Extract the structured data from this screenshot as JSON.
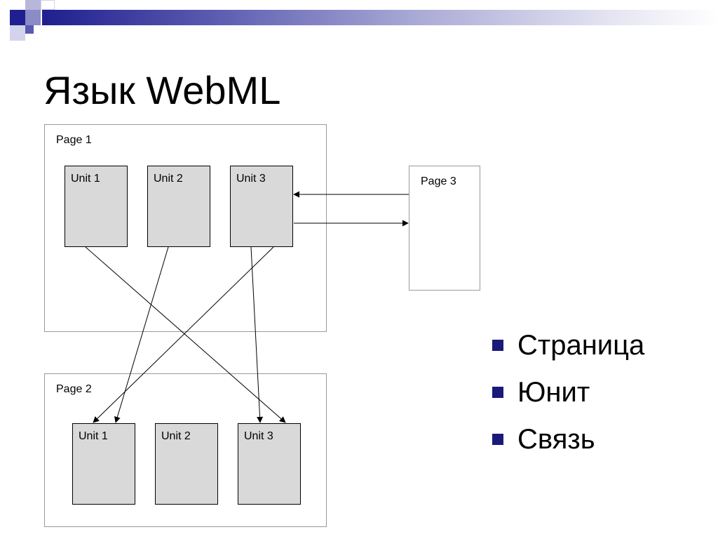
{
  "slide": {
    "title": "Язык WebML",
    "banner_color": "#1f1f8f"
  },
  "diagram": {
    "pages": [
      {
        "label": "Page 1",
        "units": [
          "Unit 1",
          "Unit 2",
          "Unit 3"
        ]
      },
      {
        "label": "Page 2",
        "units": [
          "Unit 1",
          "Unit 2",
          "Unit 3"
        ]
      },
      {
        "label": "Page 3",
        "units": []
      }
    ],
    "links": [
      {
        "from": "Page 1 / Unit 1",
        "to": "Page 2 / Unit 3"
      },
      {
        "from": "Page 1 / Unit 2",
        "to": "Page 2 / Unit 1"
      },
      {
        "from": "Page 1 / Unit 3",
        "to": "Page 2 / Unit 1"
      },
      {
        "from": "Page 1 / Unit 3",
        "to": "Page 2 / Unit 3"
      },
      {
        "from": "Page 1 / Unit 3",
        "to": "Page 3"
      },
      {
        "from": "Page 3",
        "to": "Page 1 / Unit 3"
      }
    ]
  },
  "bullets": [
    {
      "text": "Страница"
    },
    {
      "text": "Юнит"
    },
    {
      "text": "Связь"
    }
  ]
}
